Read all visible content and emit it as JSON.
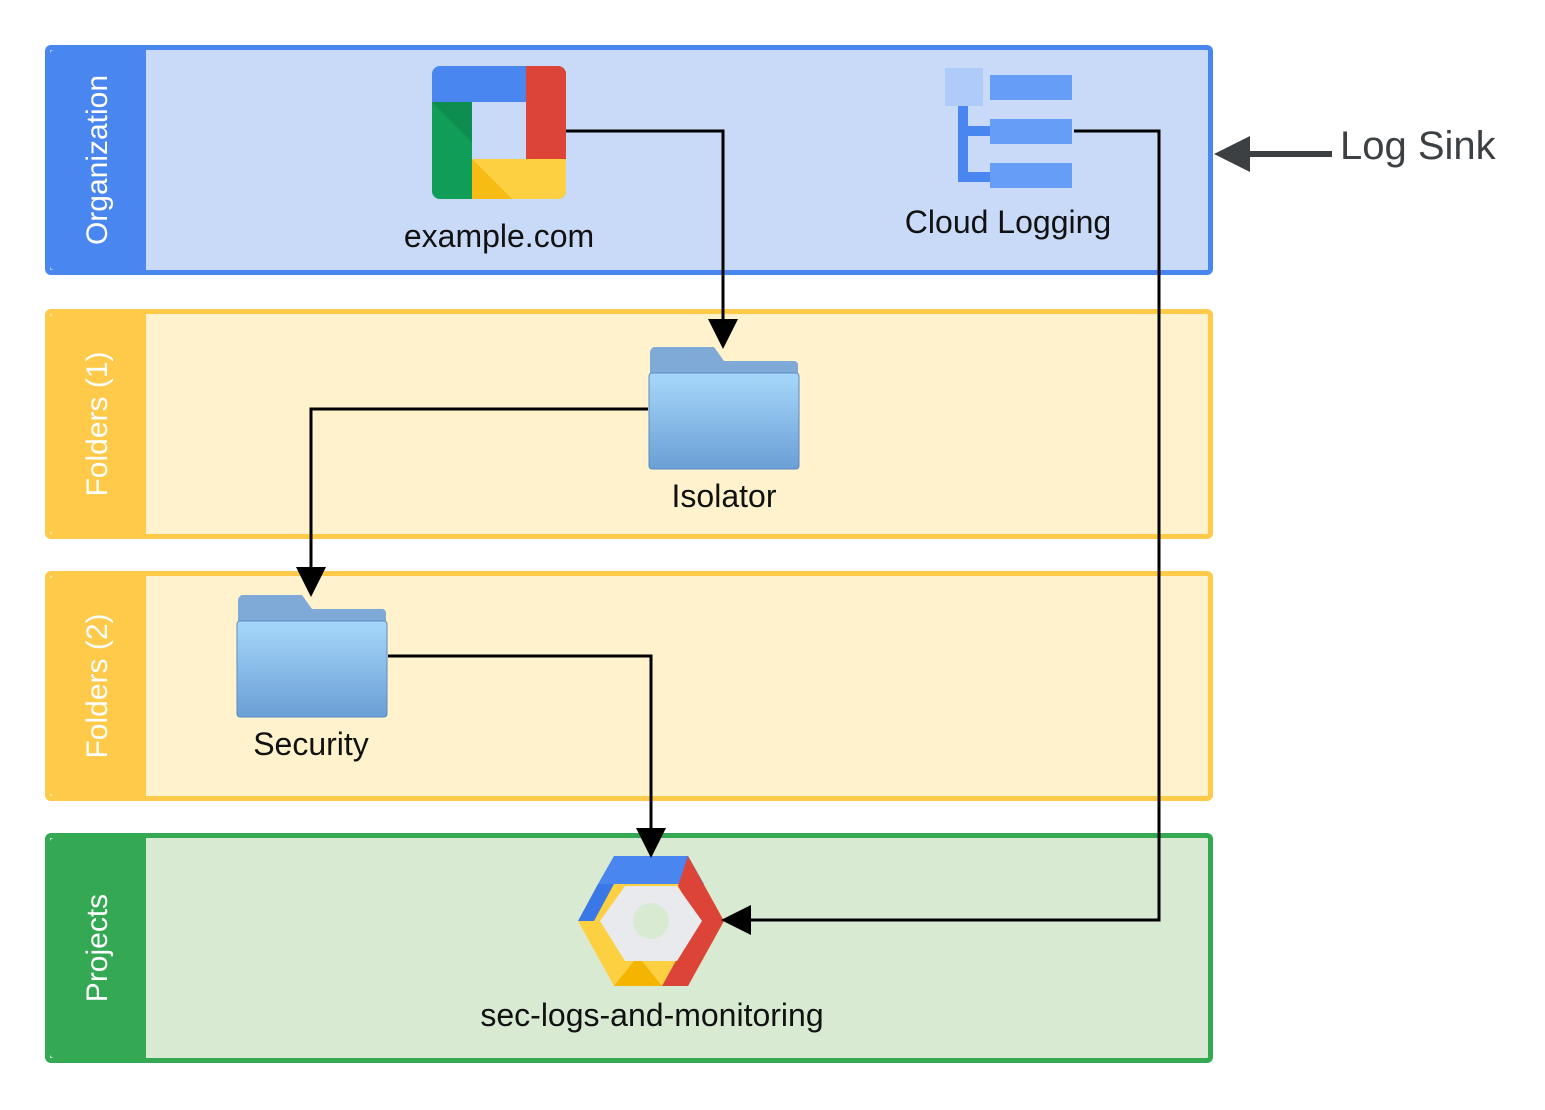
{
  "bands": [
    {
      "key": "organization",
      "label": "Organization"
    },
    {
      "key": "folders1",
      "label": "Folders (1)"
    },
    {
      "key": "folders2",
      "label": "Folders (2)"
    },
    {
      "key": "projects",
      "label": "Projects"
    }
  ],
  "nodes": {
    "org": {
      "label": "example.com",
      "icon": "cloud-identity-icon"
    },
    "logging": {
      "label": "Cloud Logging",
      "icon": "cloud-logging-icon"
    },
    "isolator": {
      "label": "Isolator",
      "icon": "folder-icon"
    },
    "security": {
      "label": "Security",
      "icon": "folder-icon"
    },
    "project": {
      "label": "sec-logs-and-monitoring",
      "icon": "gcp-project-icon"
    }
  },
  "edges": [
    {
      "from": "example.com",
      "to": "Isolator"
    },
    {
      "from": "Isolator",
      "to": "Security"
    },
    {
      "from": "Security",
      "to": "sec-logs-and-monitoring"
    },
    {
      "from": "Cloud Logging",
      "to": "sec-logs-and-monitoring"
    }
  ],
  "annotation": {
    "label": "Log Sink",
    "points_to": "Organization"
  },
  "colors": {
    "org_band": "#c9daf8",
    "org_border": "#4a86ef",
    "folder_band": "#fff2cc",
    "folder_border": "#ffc94a",
    "project_band": "#d9ead3",
    "project_border": "#34a853",
    "google_blue": "#4a86ef",
    "google_red": "#db4437",
    "google_yellow": "#fcd040",
    "google_green": "#0f9d58"
  }
}
